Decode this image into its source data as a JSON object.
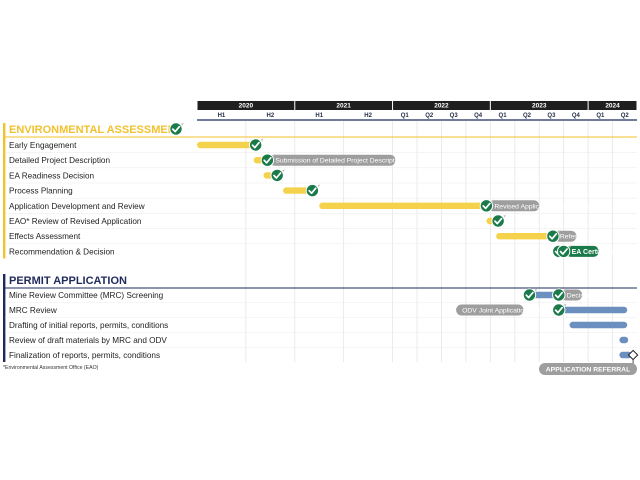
{
  "colors": {
    "yellow": "#f5d24b",
    "blue": "#6b8fbe",
    "green": "#1a7a4a",
    "gray": "#9e9e9e",
    "dark_header": "#1f1f1f",
    "navy": "#1f2a5c",
    "gold": "#f2c12e"
  },
  "chart_data": {
    "type": "gantt",
    "timeline": {
      "years": [
        {
          "label": "2020",
          "start": 2020.0,
          "end": 2021.0
        },
        {
          "label": "2021",
          "start": 2021.0,
          "end": 2022.0
        },
        {
          "label": "2022",
          "start": 2022.0,
          "end": 2023.0
        },
        {
          "label": "2023",
          "start": 2023.0,
          "end": 2024.0
        },
        {
          "label": "2024",
          "start": 2024.0,
          "end": 2024.5
        }
      ],
      "periods": [
        {
          "label": "H1",
          "start": 2020.0,
          "end": 2020.5
        },
        {
          "label": "H2",
          "start": 2020.5,
          "end": 2021.0
        },
        {
          "label": "H1",
          "start": 2021.0,
          "end": 2021.5
        },
        {
          "label": "H2",
          "start": 2021.5,
          "end": 2022.0
        },
        {
          "label": "Q1",
          "start": 2022.0,
          "end": 2022.25
        },
        {
          "label": "Q2",
          "start": 2022.25,
          "end": 2022.5
        },
        {
          "label": "Q3",
          "start": 2022.5,
          "end": 2022.75
        },
        {
          "label": "Q4",
          "start": 2022.75,
          "end": 2023.0
        },
        {
          "label": "Q1",
          "start": 2023.0,
          "end": 2023.25
        },
        {
          "label": "Q2",
          "start": 2023.25,
          "end": 2023.5
        },
        {
          "label": "Q3",
          "start": 2023.5,
          "end": 2023.75
        },
        {
          "label": "Q4",
          "start": 2023.75,
          "end": 2024.0
        },
        {
          "label": "Q1",
          "start": 2024.0,
          "end": 2024.25
        },
        {
          "label": "Q2",
          "start": 2024.25,
          "end": 2024.5
        }
      ]
    },
    "sections": [
      {
        "title": "ENVIRONMENTAL ASSESSMENT",
        "color": "yellow",
        "title_check": true,
        "rows": [
          {
            "label": "Early Engagement",
            "start": 2020.0,
            "end": 2020.62,
            "check": 2020.6
          },
          {
            "label": "Detailed Project Description",
            "start": 2020.58,
            "end": 2020.74,
            "check": 2020.72,
            "note": {
              "text": "Submission of Detailed Project Description",
              "start": 2020.74,
              "end": 2022.03
            }
          },
          {
            "label": "EA Readiness Decision",
            "start": 2020.68,
            "end": 2020.84,
            "check": 2020.82
          },
          {
            "label": "Process Planning",
            "start": 2020.88,
            "end": 2021.2,
            "check": 2021.18
          },
          {
            "label": "Application Development and Review",
            "start": 2021.25,
            "end": 2022.98,
            "check": 2022.96,
            "note": {
              "text": "Revised Application Submission",
              "start": 2022.98,
              "end": 2023.5
            }
          },
          {
            "label": "EAO* Review of Revised Application",
            "start": 2022.96,
            "end": 2023.1,
            "check": 2023.08
          },
          {
            "label": "Effects Assessment",
            "start": 2023.06,
            "end": 2023.65,
            "check": 2023.64,
            "note": {
              "text": "Referral",
              "start": 2023.65,
              "end": 2023.88
            }
          },
          {
            "label": "Recommendation & Decision",
            "start": 2023.66,
            "end": 2023.76,
            "check": 2023.7,
            "check2": 2023.75,
            "note": {
              "text": "EA Certificate",
              "start": 2023.77,
              "end": 2024.11,
              "style": "green"
            }
          }
        ]
      },
      {
        "title": "PERMIT APPLICATION",
        "color": "blue",
        "title_check": false,
        "rows": [
          {
            "label": "Mine Review Committee (MRC) Screening",
            "start": 2023.4,
            "end": 2023.7,
            "check": 2023.4,
            "check2": 2023.7,
            "note": {
              "text": "Decision",
              "start": 2023.72,
              "end": 2023.94
            }
          },
          {
            "label": "MRC Review",
            "start": 2023.7,
            "end": 2024.4,
            "check": 2023.7,
            "note": {
              "text": "ODV Joint Application Submission",
              "start": 2022.65,
              "end": 2023.34
            }
          },
          {
            "label": "Drafting of initial reports, permits, conditions",
            "start": 2023.81,
            "end": 2024.4
          },
          {
            "label": "Review of draft materials by MRC and ODV",
            "start": 2024.32,
            "end": 2024.41
          },
          {
            "label": "Finalization of reports, permits, conditions",
            "start": 2024.32,
            "end": 2024.45,
            "diamond": 2024.46
          }
        ]
      }
    ],
    "footnote": "*Environmental Assessment Office (EAO)",
    "final_milestone": "APPLICATION REFERRAL"
  }
}
